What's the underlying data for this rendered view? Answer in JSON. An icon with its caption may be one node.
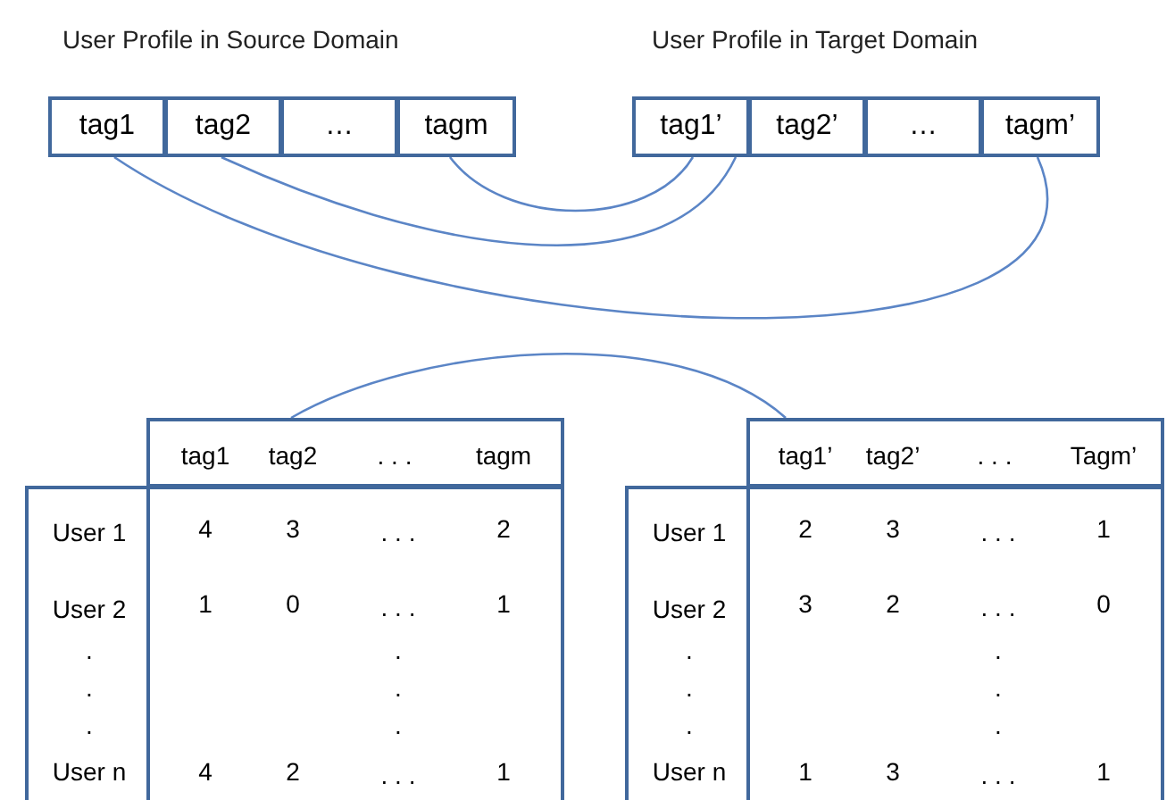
{
  "diagram": {
    "nodes": [
      {
        "text": [
          "tag1"
        ]
      },
      {
        "text": [
          "tag2"
        ]
      },
      {
        "text": [
          "…"
        ]
      },
      {
        "text": [
          "tagm"
        ]
      },
      {
        "text": [
          "tag1’"
        ]
      },
      {
        "text": [
          "tag2’"
        ]
      },
      {
        "text": [
          "…"
        ]
      },
      {
        "text": [
          "tagm’"
        ]
      },
      {
        "text": [
          "tag1",
          "tag2",
          ". . .",
          "tagm"
        ]
      },
      {
        "text": [
          "User 1",
          "4",
          "3",
          ". . .",
          "2",
          "User 2",
          "1",
          "0",
          ". . .",
          "1",
          ".",
          ".",
          ".",
          ".",
          ".",
          ".",
          "User n",
          "4",
          "2",
          ". . .",
          "1"
        ]
      },
      {
        "text": [
          "tag1’",
          "tag2’",
          ". . .",
          "Tagm’"
        ]
      },
      {
        "text": [
          "User 1",
          "2",
          "3",
          ". . .",
          "1",
          "User 2",
          "3",
          "2",
          ". . .",
          "0",
          ".",
          ".",
          ".",
          ".",
          ".",
          ".",
          "User n",
          "1",
          "3",
          ". . .",
          "1"
        ]
      }
    ],
    "edges": [
      {
        "from": 0,
        "to": 7,
        "arrow": "none"
      },
      {
        "from": 1,
        "to": 4,
        "arrow": "none"
      },
      {
        "from": 3,
        "to": 4,
        "arrow": "none"
      },
      {
        "from": 8,
        "to": 10,
        "arrow": "none"
      }
    ],
    "labels": [
      "User Profile in Source Domain",
      "User Profile in Target Domain"
    ]
  }
}
